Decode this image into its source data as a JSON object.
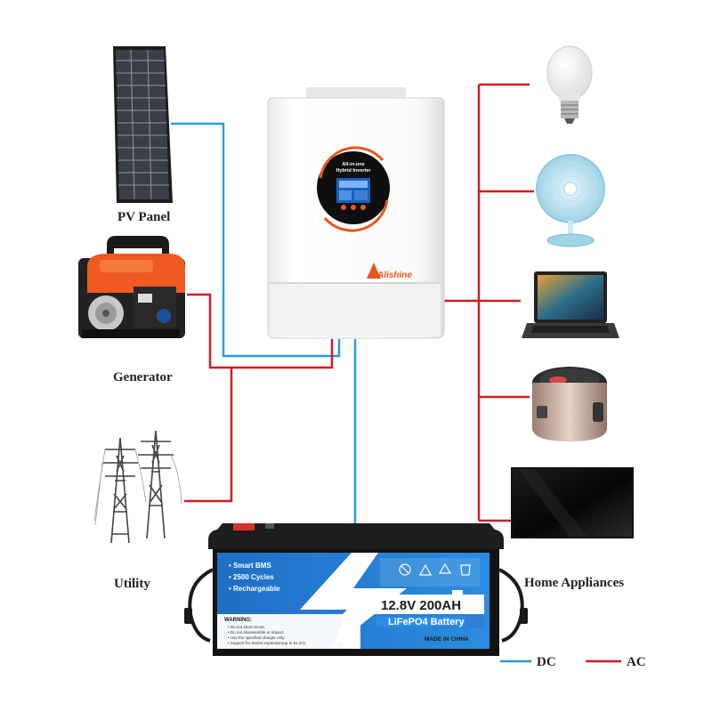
{
  "labels": {
    "pv_panel": "PV Panel",
    "generator": "Generator",
    "utility": "Utility",
    "home_appliances": "Home Appliances"
  },
  "legend": {
    "dc": "DC",
    "ac": "AC",
    "dc_color": "#2a9bd6",
    "ac_color": "#cc1f24"
  },
  "inverter": {
    "brand": "Alishine",
    "display_line1": "All-in-one",
    "display_line2": "Hybrid Inverter"
  },
  "battery": {
    "feature1": "• Smart BMS",
    "feature2": "• 2500 Cycles",
    "feature3": "• Rechargeable",
    "rating": "12.8V 200AH",
    "chemistry": "LiFePO4 Battery",
    "warning_title": "WARNING:",
    "warning1": "• Do not short-circuit.",
    "warning2": "• Do not disassemble or impact.",
    "warning3": "• Use the specified charger only.",
    "warning4": "• Support for Series expansion(up to 51.2V).",
    "origin": "MADE IN CHINA"
  },
  "icons": [
    "solar-panel-icon",
    "generator-icon",
    "power-tower-icon",
    "inverter-icon",
    "battery-icon",
    "light-bulb-icon",
    "desk-fan-icon",
    "laptop-icon",
    "rice-cooker-icon",
    "tv-icon"
  ]
}
